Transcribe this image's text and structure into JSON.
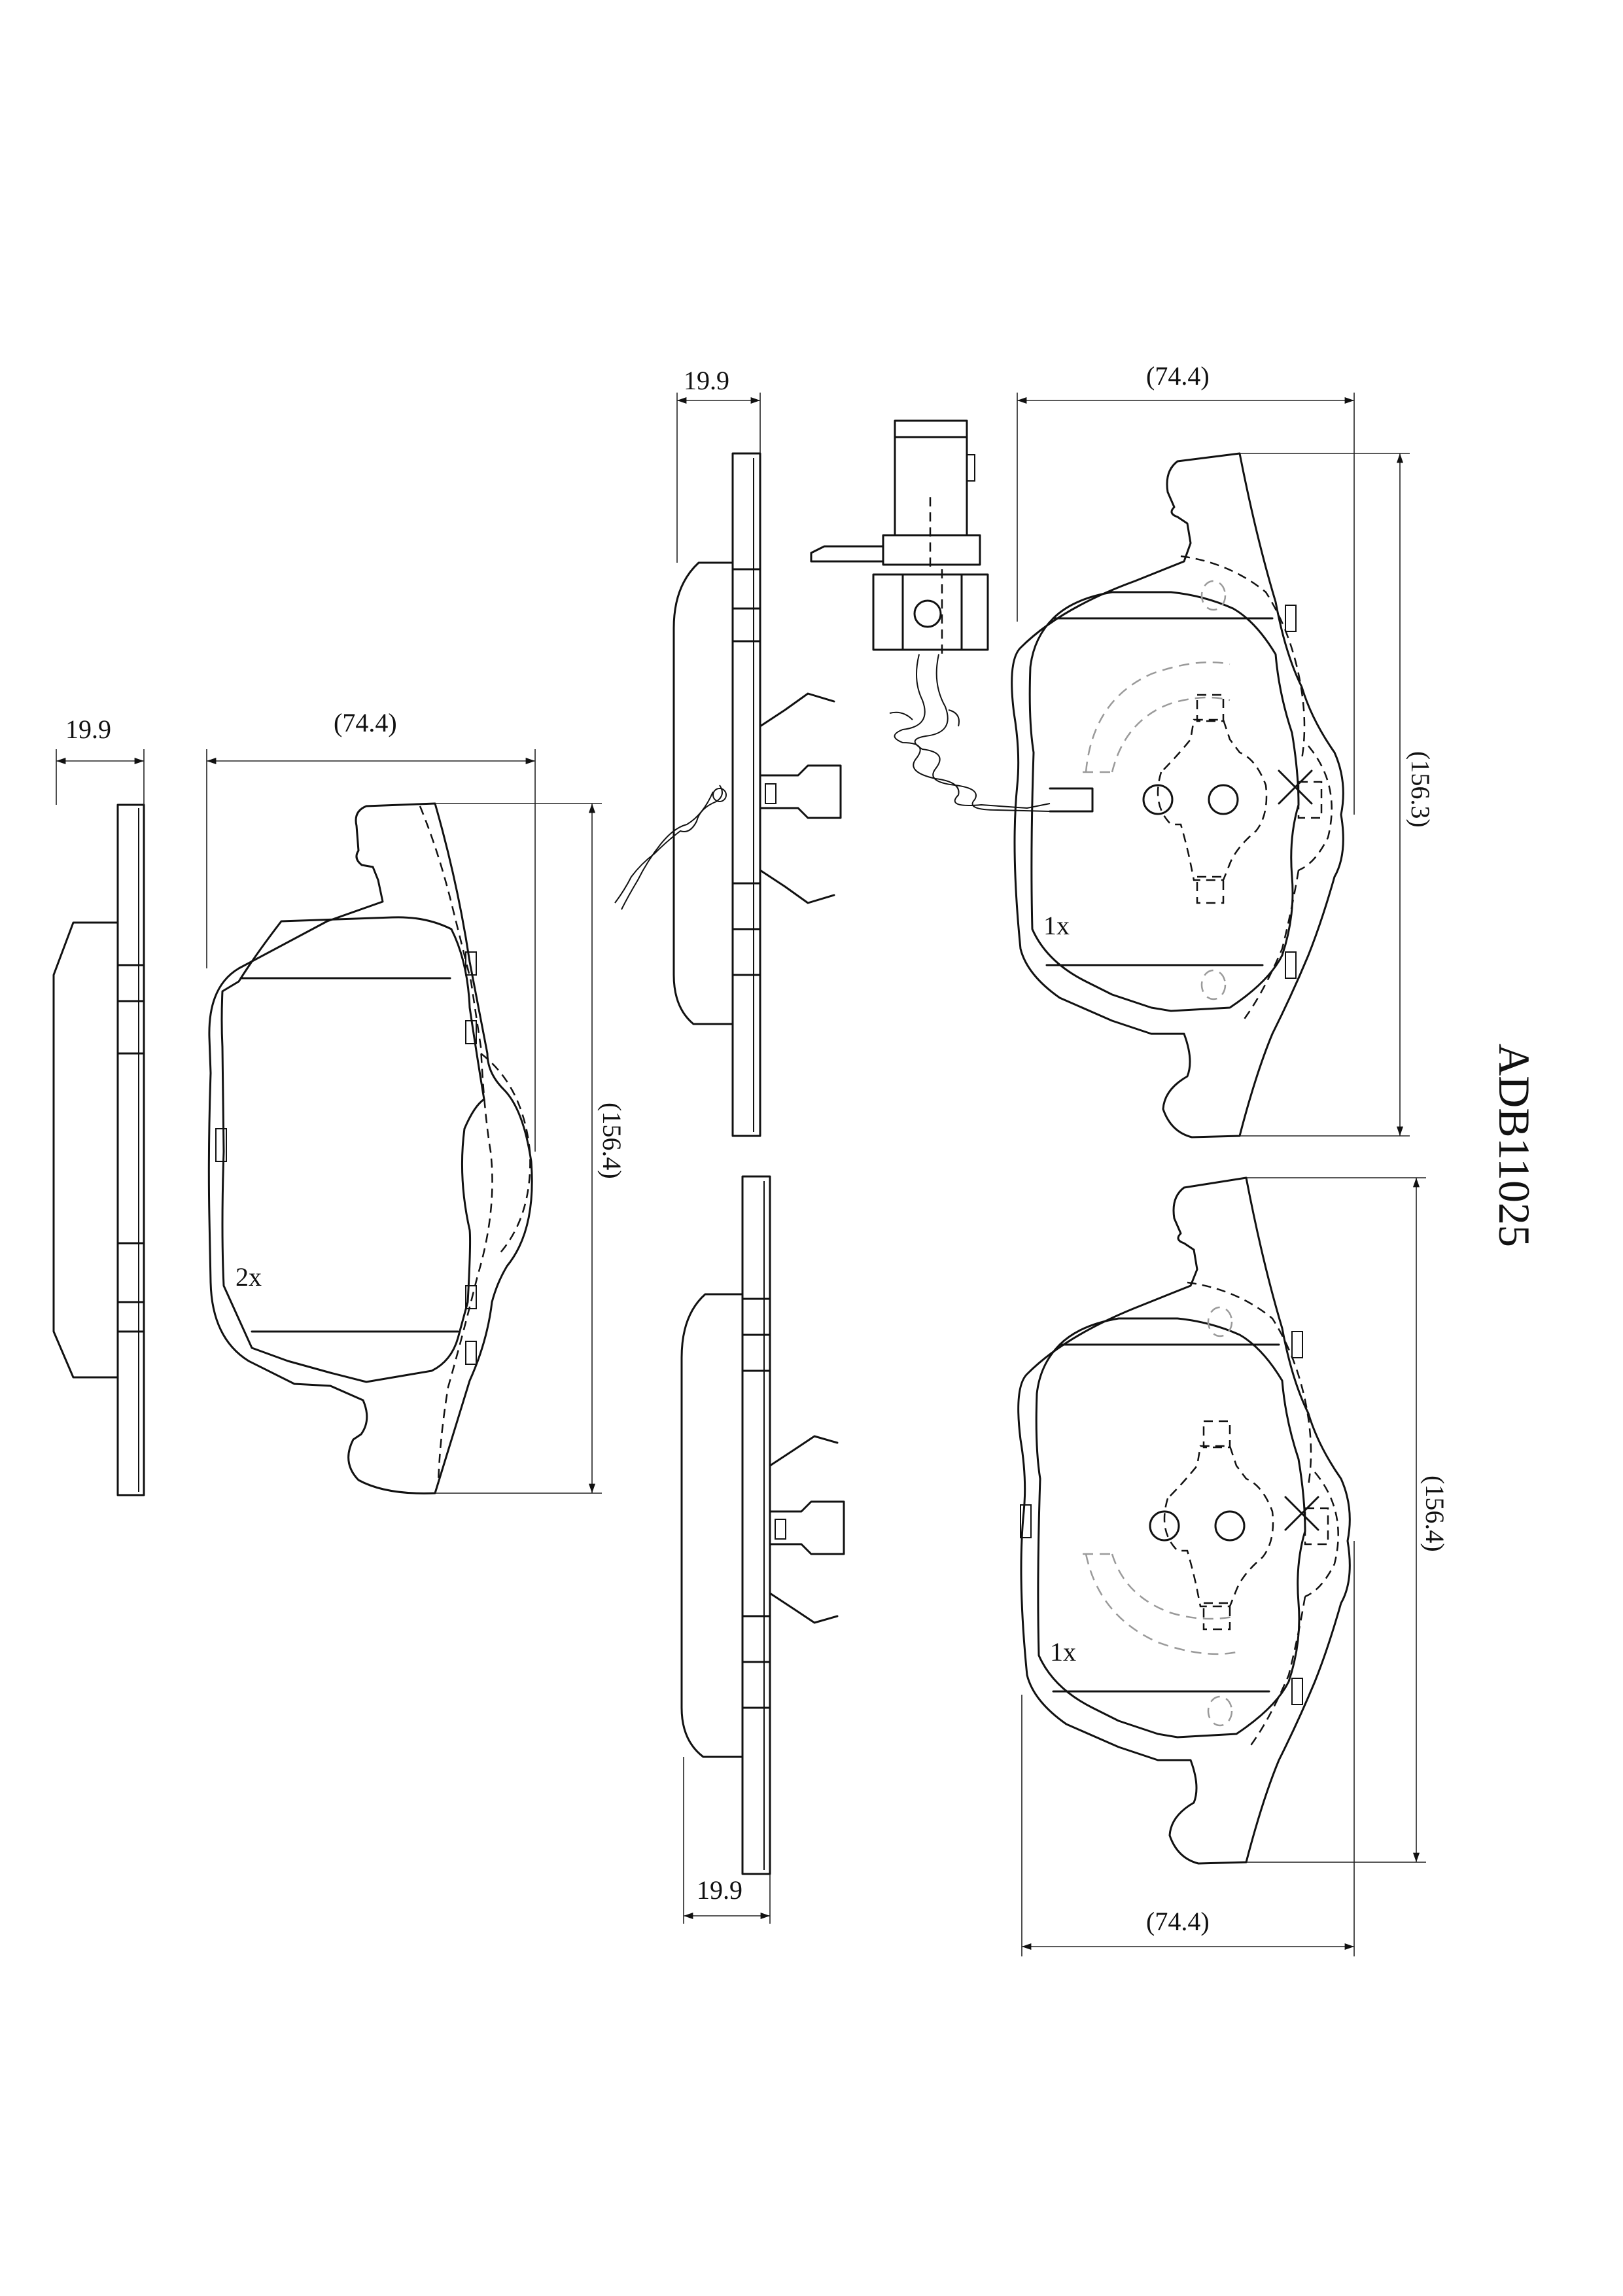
{
  "part_number": "ADB11025",
  "left_pad": {
    "thickness": "19.9",
    "width": "(74.4)",
    "height": "(156.4)",
    "quantity": "2x"
  },
  "top_right_pad": {
    "thickness": "19.9",
    "width": "(74.4)",
    "height": "(156.3)",
    "quantity": "1x",
    "has_wear_sensor": true
  },
  "bottom_right_pad": {
    "thickness": "19.9",
    "width": "(74.4)",
    "height": "(156.4)",
    "quantity": "1x"
  }
}
